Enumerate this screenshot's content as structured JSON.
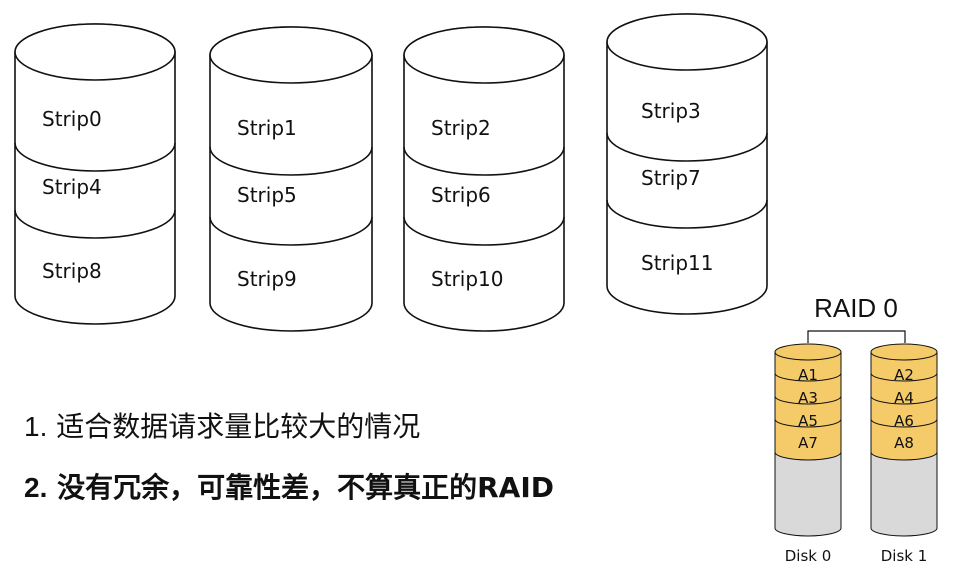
{
  "stripe_disks": [
    {
      "strips": [
        "Strip0",
        "Strip4",
        "Strip8"
      ]
    },
    {
      "strips": [
        "Strip1",
        "Strip5",
        "Strip9"
      ]
    },
    {
      "strips": [
        "Strip2",
        "Strip6",
        "Strip10"
      ]
    },
    {
      "strips": [
        "Strip3",
        "Strip7",
        "Strip11"
      ]
    }
  ],
  "notes": [
    {
      "num": "1.",
      "text": "适合数据请求量比较大的情况"
    },
    {
      "num": "2.",
      "text": "没有冗余，可靠性差，不算真正的RAID"
    }
  ],
  "raid_example": {
    "title": "RAID 0",
    "block_color": "#f5cb6a",
    "empty_color": "#d9d9d9",
    "disks": [
      {
        "label": "Disk 0",
        "blocks": [
          "A1",
          "A3",
          "A5",
          "A7"
        ]
      },
      {
        "label": "Disk 1",
        "blocks": [
          "A2",
          "A4",
          "A6",
          "A8"
        ]
      }
    ]
  }
}
